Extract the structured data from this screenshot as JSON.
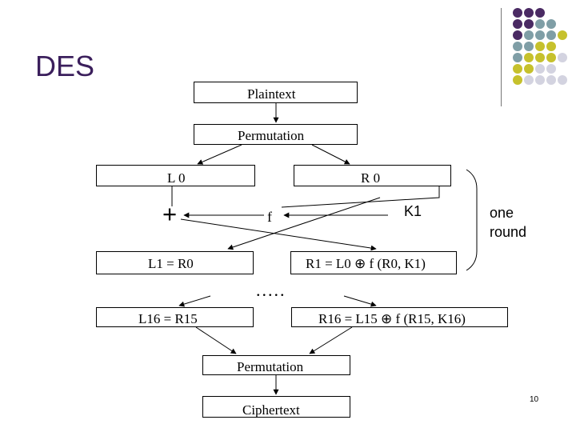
{
  "slide": {
    "title": "DES",
    "page_number": "10",
    "theme_colors": {
      "title": "#3b1f5c",
      "dot_purple": "#4a2a63",
      "dot_teal": "#7f9ea6",
      "dot_olive": "#c6c12c",
      "dot_lavender": "#d3d3e0"
    }
  },
  "diagram": {
    "plaintext": "Plaintext",
    "permutation_top": "Permutation",
    "l0": "L 0",
    "r0": "R 0",
    "f": "f",
    "k1": "K1",
    "xor_symbol": "+",
    "one_round": "one round",
    "l1": "L1 = R0",
    "r1": "R1 = L0 ⊕ f (R0, K1)",
    "ellipsis": ".....",
    "l16": "L16 = R15",
    "r16": "R16 = L15 ⊕ f (R15, K16)",
    "permutation_bottom": "Permutation",
    "ciphertext": "Ciphertext"
  }
}
